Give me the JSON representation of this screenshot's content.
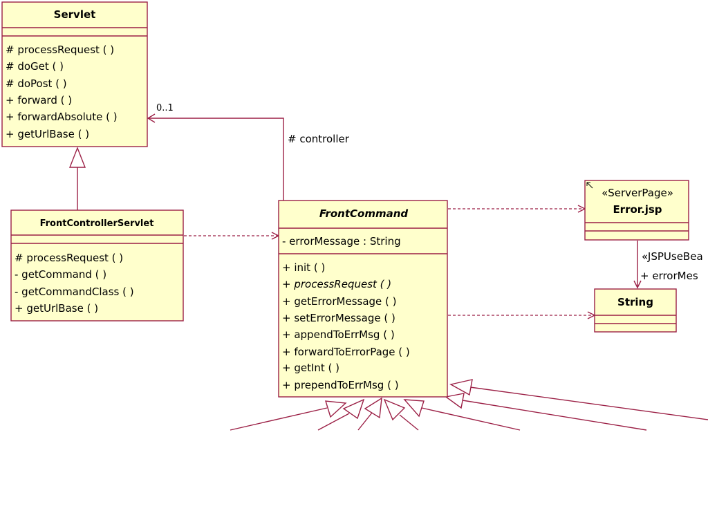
{
  "classes": {
    "servlet": {
      "name": "Servlet",
      "members": [
        "# processRequest ( )",
        "# doGet ( )",
        "# doPost ( )",
        "+ forward ( )",
        "+ forwardAbsolute ( )",
        "+ getUrlBase ( )"
      ]
    },
    "front_controller_servlet": {
      "name": "FrontControllerServlet",
      "members": [
        "# processRequest ( )",
        "- getCommand ( )",
        "- getCommandClass ( )",
        "+ getUrlBase ( )"
      ]
    },
    "front_command": {
      "name": "FrontCommand",
      "attributes": [
        "- errorMessage : String"
      ],
      "members": [
        "+ init ( )",
        "+ processRequest ( )",
        "+ getErrorMessage ( )",
        "+ setErrorMessage ( )",
        "+ appendToErrMsg ( )",
        "+ forwardToErrorPage ( )",
        "+ getInt ( )",
        "+ prependToErrMsg ( )"
      ]
    },
    "error_jsp": {
      "stereotype": "«ServerPage»",
      "name": "Error.jsp"
    },
    "string": {
      "name": "String"
    }
  },
  "associations": {
    "controller_multiplicity": "0..1",
    "controller_role": "# controller",
    "jsp_use_bean": "«JSPUseBea",
    "error_message_role": "+ errorMes"
  },
  "colors": {
    "line": "#9b1f45",
    "class_fill": "#ffffcc"
  }
}
